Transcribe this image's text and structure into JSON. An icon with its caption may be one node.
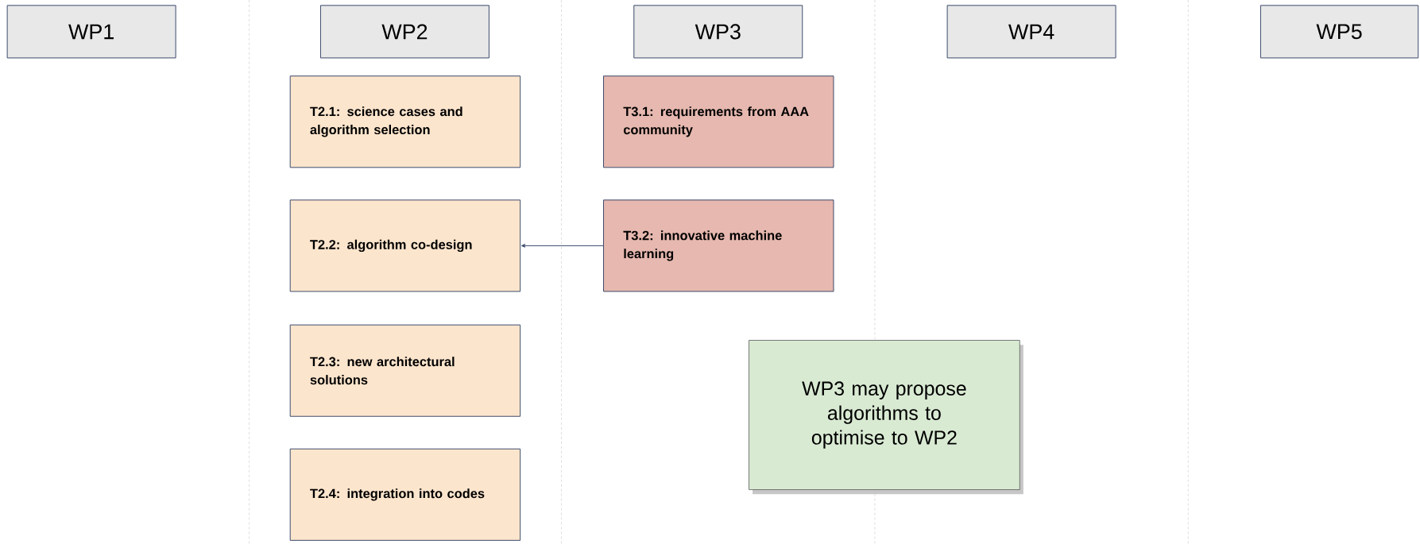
{
  "diagram": {
    "nodes": [
      {
        "text": [
          "WP1"
        ]
      },
      {
        "text": [
          "WP2"
        ]
      },
      {
        "text": [
          "WP3"
        ]
      },
      {
        "text": [
          "WP4"
        ]
      },
      {
        "text": [
          "WP5"
        ]
      },
      {
        "text": [
          "T2.1: science cases and algorithm selection"
        ]
      },
      {
        "text": [
          "T2.2: algorithm co-design"
        ]
      },
      {
        "text": [
          "T2.3: new architectural solutions"
        ]
      },
      {
        "text": [
          "T2.4: integration into codes"
        ]
      },
      {
        "text": [
          "T3.1: requirements from AAA community"
        ]
      },
      {
        "text": [
          "T3.2: innovative machine learning"
        ]
      },
      {
        "text": [
          "WP3 may propose algorithms to optimise to WP2"
        ]
      }
    ],
    "edges": [
      {
        "from": 10,
        "to": 6,
        "arrow": "to"
      }
    ]
  }
}
